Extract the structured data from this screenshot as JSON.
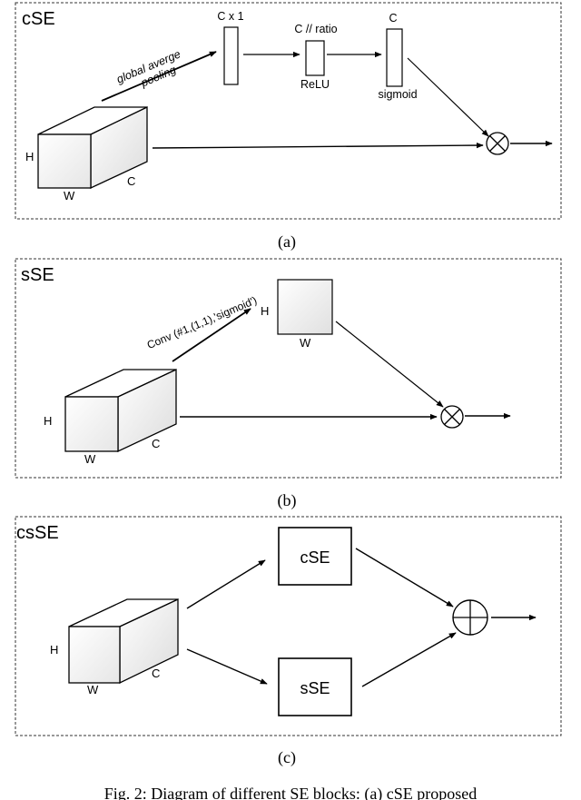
{
  "panels": {
    "cse": {
      "title": "cSE",
      "label": "(a)",
      "pooling_line1": "global averge",
      "pooling_line2": "pooling",
      "vec1_label": "C x 1",
      "vec2_label": "C // ratio",
      "vec2_activation": "ReLU",
      "vec3_label": "C",
      "vec3_activation": "sigmoid",
      "cube_h": "H",
      "cube_w": "W",
      "cube_c": "C"
    },
    "sse": {
      "title": "sSE",
      "label": "(b)",
      "conv_label": "Conv (#1,(1,1),'sigmoid')",
      "map_h": "H",
      "map_w": "W",
      "cube_h": "H",
      "cube_w": "W",
      "cube_c": "C"
    },
    "csse": {
      "title": "csSE",
      "label": "(c)",
      "cse_box": "cSE",
      "sse_box": "sSE",
      "cube_h": "H",
      "cube_w": "W",
      "cube_c": "C"
    }
  },
  "caption": "Fig. 2: Diagram of different SE blocks: (a) cSE proposed"
}
